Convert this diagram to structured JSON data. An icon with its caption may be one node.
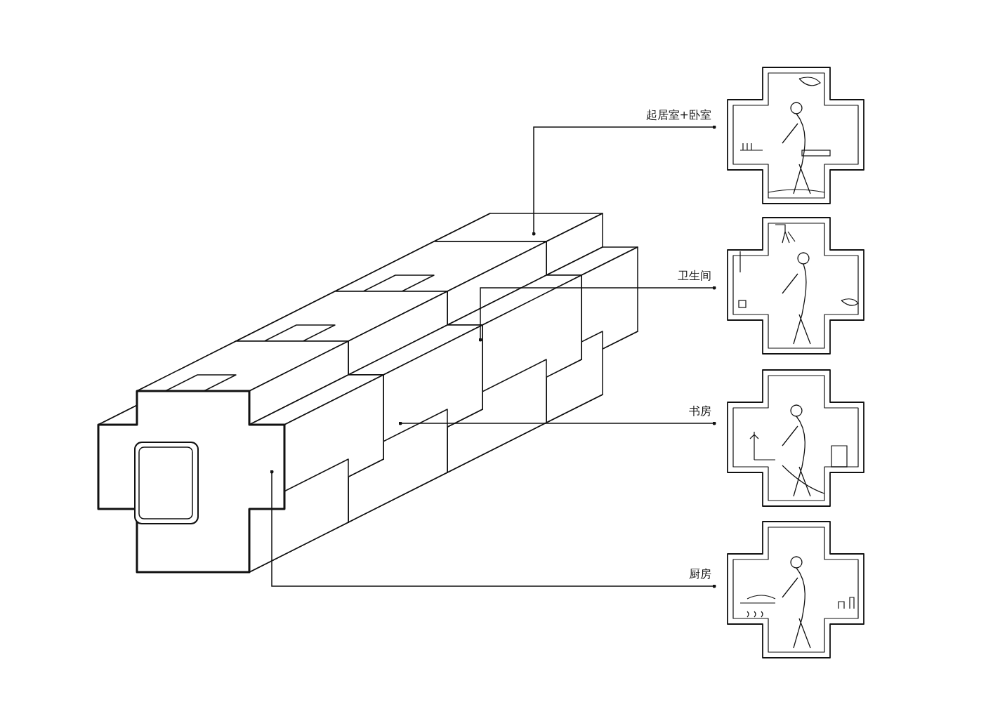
{
  "diagram": {
    "nodes": [
      {
        "text": [
          "起居室+卧室"
        ]
      },
      {
        "text": [
          "卫生间"
        ]
      },
      {
        "text": [
          "书房"
        ]
      },
      {
        "text": [
          "厨房"
        ]
      },
      {
        "text": [],
        "shape": "picture"
      },
      {
        "text": [],
        "shape": "picture"
      },
      {
        "text": [],
        "shape": "picture"
      },
      {
        "text": [],
        "shape": "picture"
      }
    ],
    "edges": [
      {
        "from": 0,
        "to": null,
        "arrow": "other"
      },
      {
        "from": 1,
        "to": null,
        "arrow": "other"
      },
      {
        "from": 2,
        "to": null,
        "arrow": "other"
      },
      {
        "from": 3,
        "to": null,
        "arrow": "other"
      }
    ]
  }
}
